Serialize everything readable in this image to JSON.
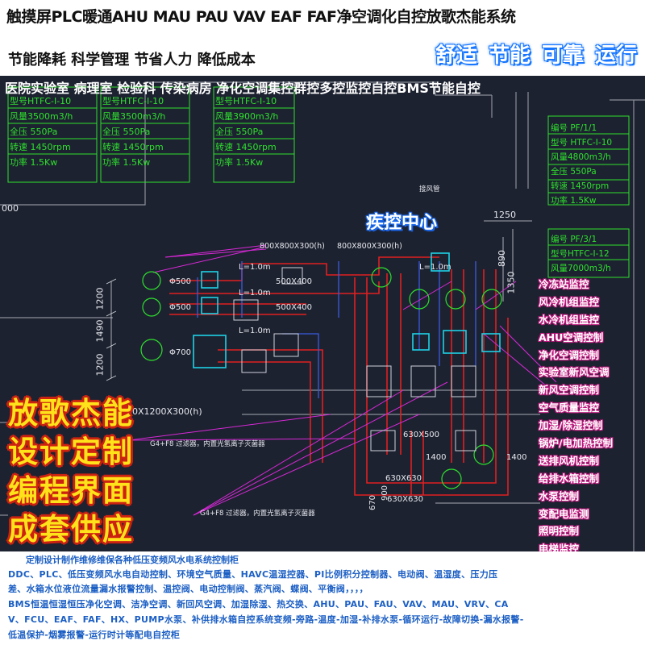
{
  "header": {
    "title": "触摸屏PLC暖通AHU MAU PAU VAV EAF FAF净空调化自控放歌杰能系统",
    "subtitle": "节能降耗 科学管理 节省人力 降低成本",
    "slogans": [
      "舒适",
      "节能",
      "可靠",
      "运行"
    ]
  },
  "banner": "医院实验室 病理室 检验科 传染病房 净化空调集控群控多控监控自控BMS节能自控",
  "center_title": "疾控中心",
  "promo_lines": [
    "放歌杰能",
    "设计定制",
    "编程界面",
    "成套供应"
  ],
  "menu_items": [
    "冷冻站监控",
    "风冷机组监控",
    "水冷机组监控",
    "AHU空调控制",
    "净化空调控制",
    "实验室新风空调",
    "新风空调控制",
    "空气质量监控",
    "加湿/除湿控制",
    "锅炉/电加热控制",
    "送排风机控制",
    "给排水箱控制",
    "水泵控制",
    "变配电监测",
    "照明控制",
    "电梯监控"
  ],
  "fan_specs": [
    {
      "lines": [
        "型号HTFC-I-10",
        "风量3500m3/h",
        "全压 550Pa",
        "转速 1450rpm",
        "功率 1.5Kw"
      ]
    },
    {
      "lines": [
        "型号HTFC-I-10",
        "风量3500m3/h",
        "全压 550Pa",
        "转速 1450rpm",
        "功率 1.5Kw"
      ]
    },
    {
      "lines": [
        "型号HTFC-I-10",
        "风量3900m3/h",
        "全压 550Pa",
        "转速 1450rpm",
        "功率 1.5Kw"
      ]
    },
    {
      "lines": [
        "编号 PF/1/1",
        "型号 HTFC-I-10",
        "风量4800m3/h",
        "全压 550Pa",
        "转速 1450rpm",
        "功率 1.5Kw"
      ]
    },
    {
      "lines": [
        "编号 PF/3/1",
        "型号HTFC-I-12",
        "风量7000m3/h"
      ]
    }
  ],
  "cad_labels": {
    "left_000": "000",
    "dims_left": [
      "1200",
      "1490",
      "1200"
    ],
    "dim_1250": "1250",
    "dim_890": "890",
    "dim_1350": "1350",
    "duct_800x800": "800X800X300(h)",
    "duct_800x800_b": "800X800X300(h)",
    "duct_500x400": "500X400",
    "duct_500x400_b": "500X400",
    "duct_1200": "200X1200X300(h)",
    "l1m": [
      "L=1.0m",
      "L=1.0m",
      "L=1.0m",
      "L=1.0m"
    ],
    "d500": [
      "Φ500",
      "Φ500",
      "Φ700"
    ],
    "dims_bottom": [
      "1400",
      "1400",
      "630X630",
      "630X630",
      "670",
      "900"
    ],
    "dim_630x500": "630X500",
    "label_g4f8": "G4+F8 过滤器，内置光氢离子灭菌器",
    "tag_1": "接风管",
    "tag_ahu": "G4+F8 过滤器，内置光氢离子灭菌器"
  },
  "footer": {
    "line0": "定制设计制作维修维保各种低压变频风水电系统控制柜",
    "lines": [
      "  DDC、PLC、低压变频风水电自动控制、环境空气质量、HAVC温湿控器、PI比例积分控制器、电动阀、温湿度、压力压",
      "差、水箱水位液位流量漏水报警控制、温控阀、电动控制阀、蒸汽阀、蝶阀、平衡阀，，，，",
      "    BMS恒温恒湿恒压净化空调、洁净空调、新回风空调、加湿除湿、热交换、AHU、PAU、FAU、VAV、MAU、VRV、CA",
      "V、FCU、EAF、FAF、HX、PUMP水泵、补供排水箱自控系统变频-旁路-温度-加湿-补排水泵-循环运行-故障切换-漏水报警-",
      "低温保护-烟雾报警-运行时计等配电自控柜"
    ]
  },
  "colors": {
    "cad_bg": "#1d2230",
    "duct": "#e02020",
    "spec_green": "#2ee02e",
    "magenta": "#d629d6",
    "accent_blue": "#1877ff",
    "yellow": "#ffe21a"
  }
}
